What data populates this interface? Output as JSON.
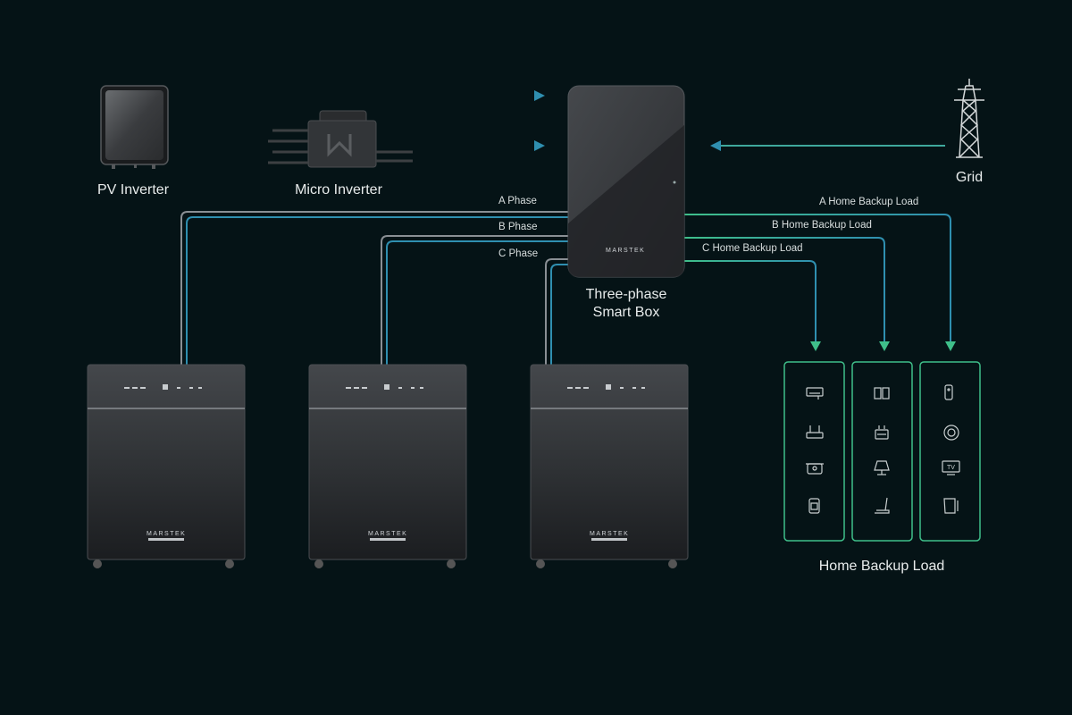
{
  "colors": {
    "background": "#051316",
    "green_line": "#3fbf8a",
    "blue_line": "#2f8fb0",
    "device_body": "#3a3d40",
    "label_text": "#e8ecec"
  },
  "labels": {
    "pv_inverter": "PV Inverter",
    "micro_inverter": "Micro Inverter",
    "grid": "Grid",
    "smart_box": "Three-phase\nSmart Box",
    "smart_box_brand": "MARSTEK",
    "a_phase": "A Phase",
    "b_phase": "B Phase",
    "c_phase": "C Phase",
    "a_backup": "A Home Backup Load",
    "b_backup": "B Home Backup Load",
    "c_backup": "C Home Backup Load",
    "home_backup_load": "Home Backup Load",
    "battery_brand": "MARSTEK"
  },
  "load_icons": {
    "column_a": [
      "air-conditioner-icon",
      "router-icon",
      "rice-cooker-icon",
      "kettle-icon"
    ],
    "column_b": [
      "refrigerator-icon",
      "toaster-icon",
      "lamp-icon",
      "treadmill-icon"
    ],
    "column_c": [
      "remote-icon",
      "robot-vacuum-icon",
      "tv-icon",
      "water-dispenser-icon"
    ],
    "tv_text": "TV"
  }
}
